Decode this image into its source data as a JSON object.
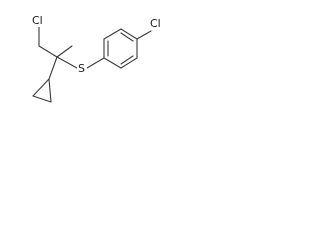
{
  "diagram": {
    "type": "chemical-structure",
    "atoms": {
      "chlorine_left": "Cl",
      "sulfur": "S",
      "chlorine_right": "Cl"
    }
  }
}
